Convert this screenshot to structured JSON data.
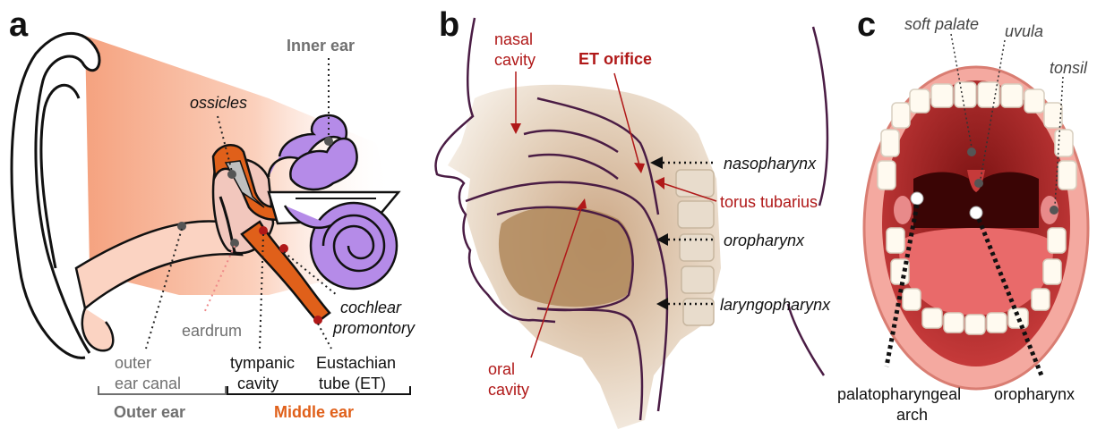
{
  "colors": {
    "dark_red": "#b01818",
    "orange": "#e0601a",
    "grey": "#707070",
    "purple": "#b58be8",
    "outline": "#4a1c44",
    "pink_skin": "#f4a9a0"
  },
  "panel_a": {
    "letter": "a",
    "labels": {
      "inner_ear": "Inner ear",
      "ossicles": "ossicles",
      "cochlear_line1": "cochlear",
      "cochlear_line2": "promontory",
      "eardrum": "eardrum",
      "outer_canal_line1": "outer",
      "outer_canal_line2": "ear canal",
      "tympanic_line1": "tympanic",
      "tympanic_line2": "cavity",
      "eustachian_line1": "Eustachian",
      "eustachian_line2": "tube (ET)",
      "outer_ear": "Outer ear",
      "middle_ear": "Middle ear"
    }
  },
  "panel_b": {
    "letter": "b",
    "labels": {
      "nasal_line1": "nasal",
      "nasal_line2": "cavity",
      "et_orifice": "ET orifice",
      "nasopharynx": "nasopharynx",
      "torus": "torus tubarius",
      "oropharynx": "oropharynx",
      "laryngopharynx": "laryngopharynx",
      "oral_line1": "oral",
      "oral_line2": "cavity"
    }
  },
  "panel_c": {
    "letter": "c",
    "labels": {
      "soft_palate": "soft palate",
      "uvula": "uvula",
      "tonsil": "tonsil",
      "palato_line1": "palatopharyngeal",
      "palato_line2": "arch",
      "oropharynx": "oropharynx"
    }
  }
}
